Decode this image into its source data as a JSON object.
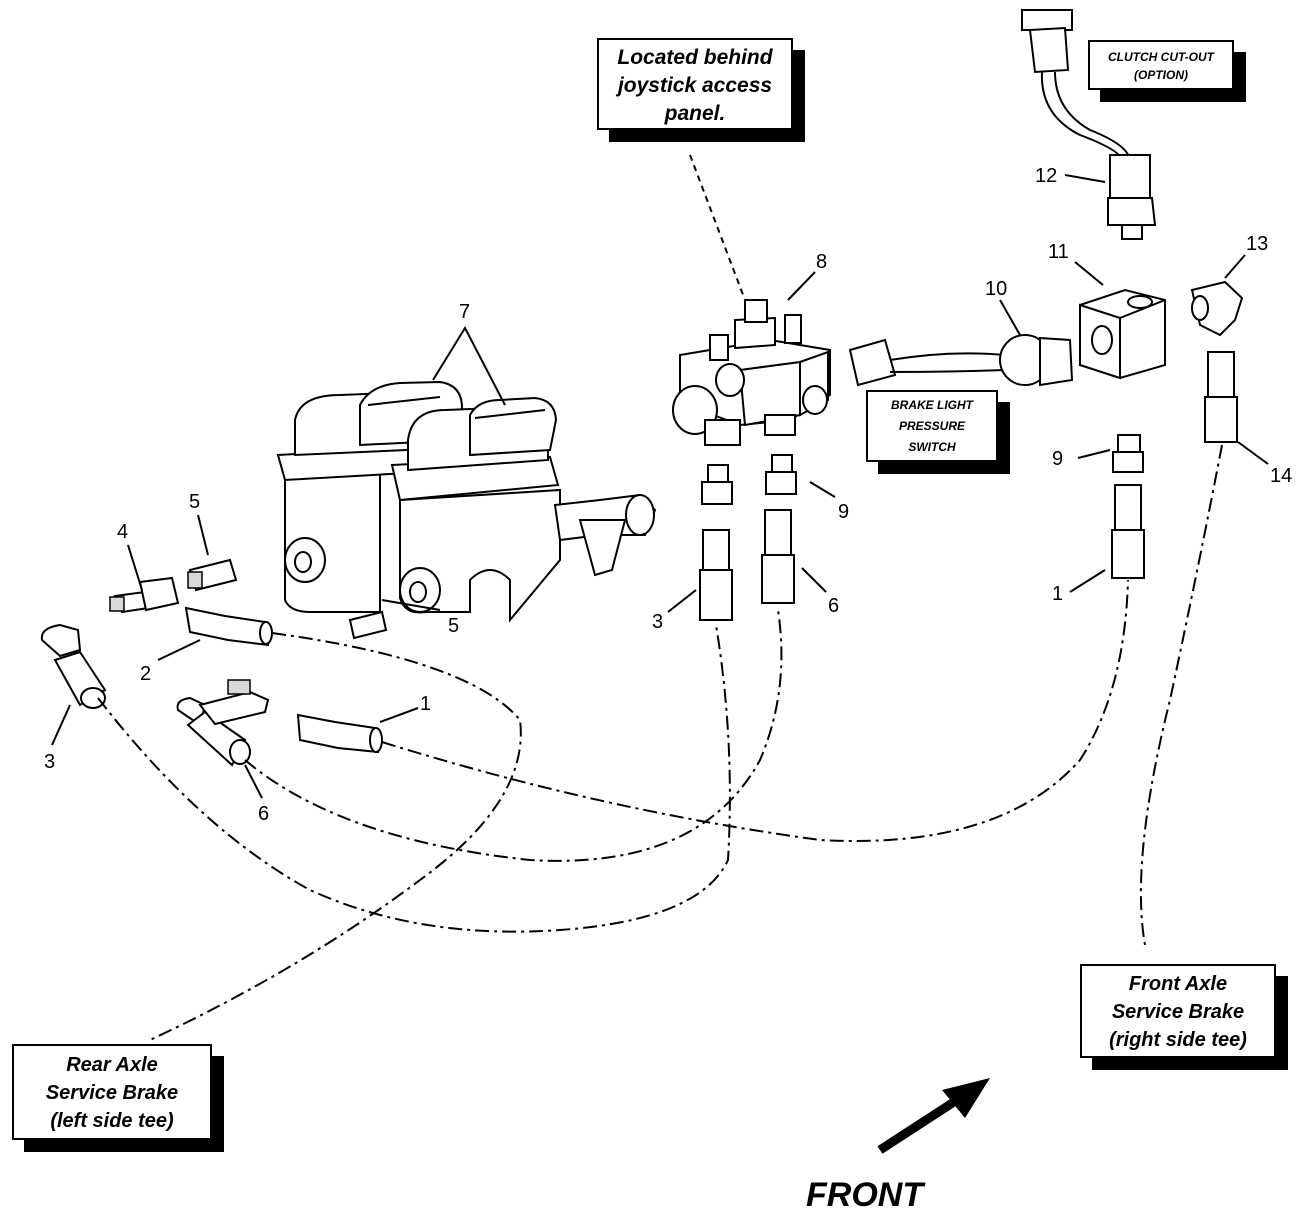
{
  "callouts": {
    "joystick_panel": [
      "Located behind",
      "joystick access",
      "panel."
    ],
    "clutch_cutout": [
      "CLUTCH CUT-OUT",
      "(OPTION)"
    ],
    "brake_light_switch": [
      "BRAKE LIGHT",
      "PRESSURE",
      "SWITCH"
    ],
    "rear_axle": [
      "Rear Axle",
      "Service Brake",
      "(left side tee)"
    ],
    "front_axle": [
      "Front Axle",
      "Service Brake",
      "(right side tee)"
    ]
  },
  "part_numbers": [
    "1",
    "2",
    "3",
    "4",
    "5",
    "6",
    "7",
    "8",
    "9",
    "10",
    "11",
    "12",
    "13",
    "14"
  ],
  "front_label": "FRONT"
}
